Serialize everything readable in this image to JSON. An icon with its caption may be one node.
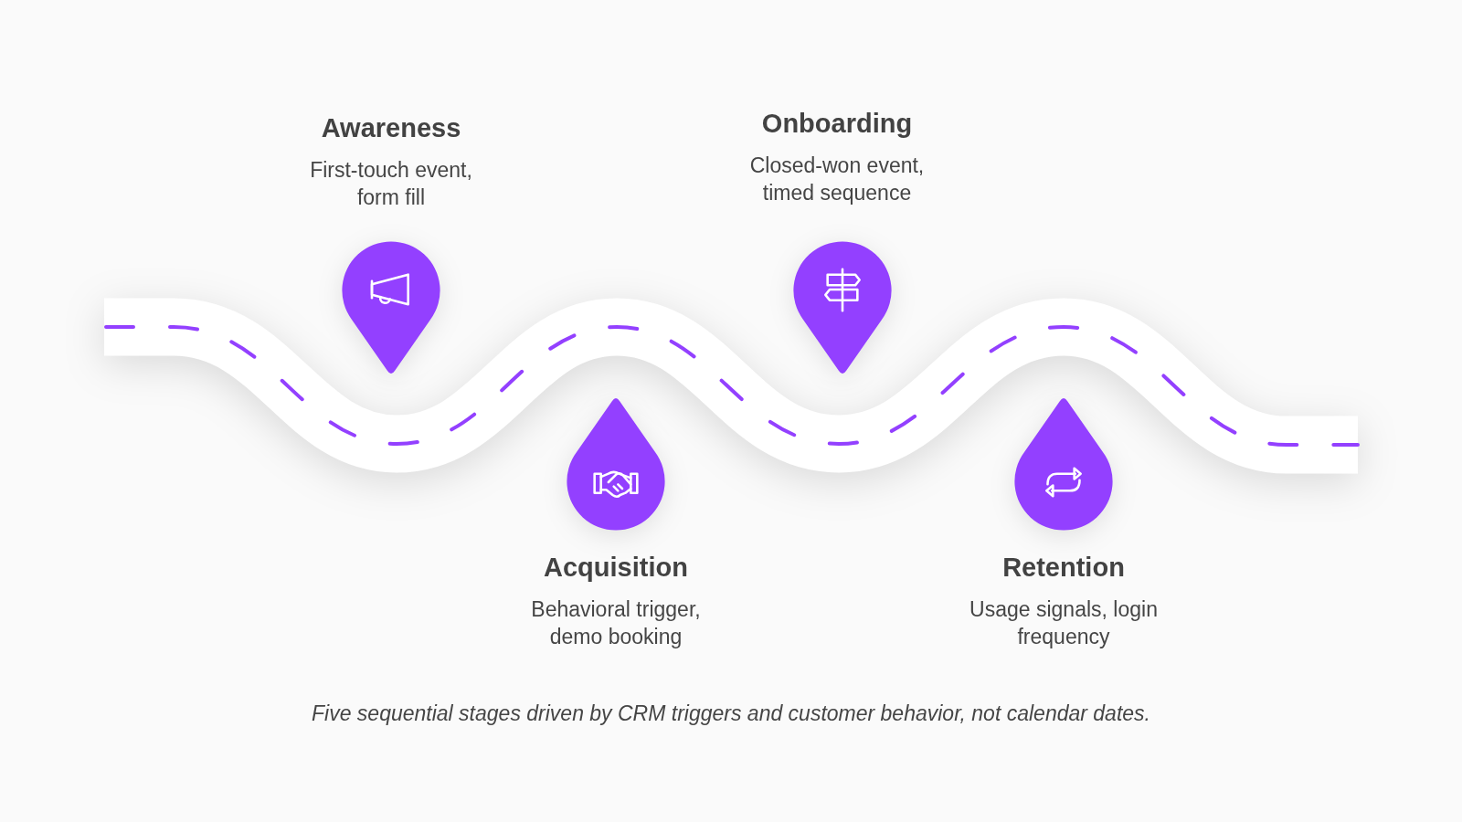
{
  "diagram": {
    "caption": "Five sequential stages driven by CRM triggers and customer behavior, not calendar dates.",
    "nodes": [
      {
        "text": [
          "Awareness",
          "First-touch event, form fill"
        ]
      },
      {
        "text": [
          "Acquisition",
          "Behavioral trigger, demo booking"
        ]
      },
      {
        "text": [
          "Onboarding",
          "Closed-won event, timed sequence"
        ]
      },
      {
        "text": [
          "Retention",
          "Usage signals, login frequency"
        ]
      }
    ]
  }
}
